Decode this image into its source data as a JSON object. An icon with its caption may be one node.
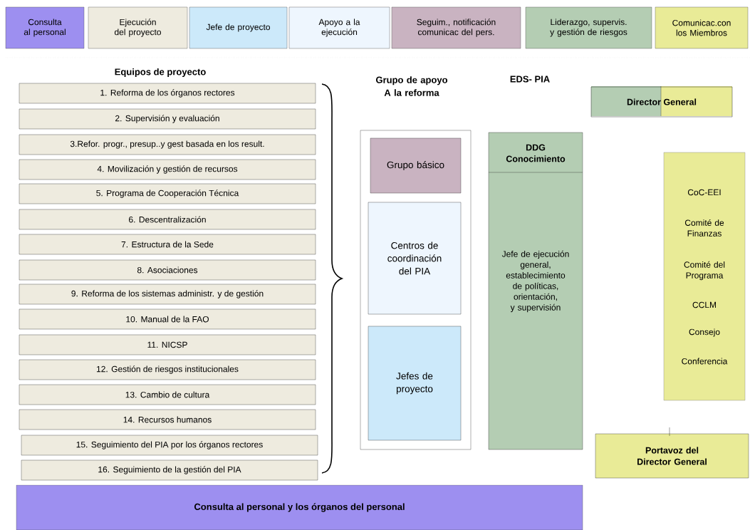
{
  "diagram": {
    "nodes": [
      {
        "text": [
          "1. Reforma de los órganos rectores"
        ]
      },
      {
        "text": [
          "2. Supervisión y evaluación"
        ]
      },
      {
        "text": [
          "3.Refor. progr., presup..y gest basada en los result."
        ]
      },
      {
        "text": [
          "4. Movilización y gestión de recursos"
        ]
      },
      {
        "text": [
          "5. Programa de Cooperación Técnica"
        ]
      },
      {
        "text": [
          "6. Descentralización"
        ]
      },
      {
        "text": [
          "7. Estructura de la Sede"
        ]
      },
      {
        "text": [
          "8. Asociaciones"
        ]
      },
      {
        "text": [
          "9. Reforma de los sistemas administr. y de gestión"
        ]
      },
      {
        "text": [
          "10. Manual de la FAO"
        ]
      },
      {
        "text": [
          "11. NICSP"
        ]
      },
      {
        "text": [
          "12. Gestión de riesgos institucionales"
        ]
      },
      {
        "text": [
          "13. Cambio de cultura"
        ]
      },
      {
        "text": [
          "14. Recursos humanos"
        ]
      },
      {
        "text": [
          "15. Seguimiento del PIA por los órganos rectores"
        ]
      },
      {
        "text": [
          "16. Seguimiento de la gestión del PIA"
        ]
      },
      {
        "text": [
          "Grupo de apoyo A la reforma"
        ]
      },
      {
        "text": [
          "Grupo básico"
        ],
        "in": 16
      },
      {
        "text": [
          "Centros de coordinación del PIA"
        ],
        "in": 16
      },
      {
        "text": [
          "Jefes de proyecto"
        ],
        "in": 16
      },
      {
        "text": [
          "DDG Conocimiento",
          "Jefe de ejecución general, establecimiento de políticas, orientación, y supervisión"
        ]
      },
      {
        "text": [
          "Director General"
        ]
      },
      {
        "text": [
          "CoC-EEI",
          "Comité de Finanzas",
          "Comité del Programa",
          "CCLM",
          "Consejo",
          "Conferencia"
        ]
      },
      {
        "text": [
          "Portavoz del Director General"
        ]
      },
      {
        "text": [
          "Consulta al personal y los órganos del personal"
        ]
      }
    ],
    "labels": [
      "Equipos de proyecto",
      "EDS- PIA"
    ],
    "legend": [
      {
        "text": "Consulta al personal",
        "color": "#9d8ff0"
      },
      {
        "text": "Ejecución del proyecto",
        "color": "#eeebdf"
      },
      {
        "text": "Jefe de proyecto",
        "color": "#cce9fa"
      },
      {
        "text": "Apoyo a la ejecución",
        "color": "#eef6fe"
      },
      {
        "text": "Seguim., notificación comunicac del pers.",
        "color": "#c9b3c1"
      },
      {
        "text": "Liderazgo, supervis. y gestión de riesgos",
        "color": "#b4cdb3"
      },
      {
        "text": "Comunicac.con los Miembros",
        "color": "#e9eb97"
      }
    ]
  }
}
